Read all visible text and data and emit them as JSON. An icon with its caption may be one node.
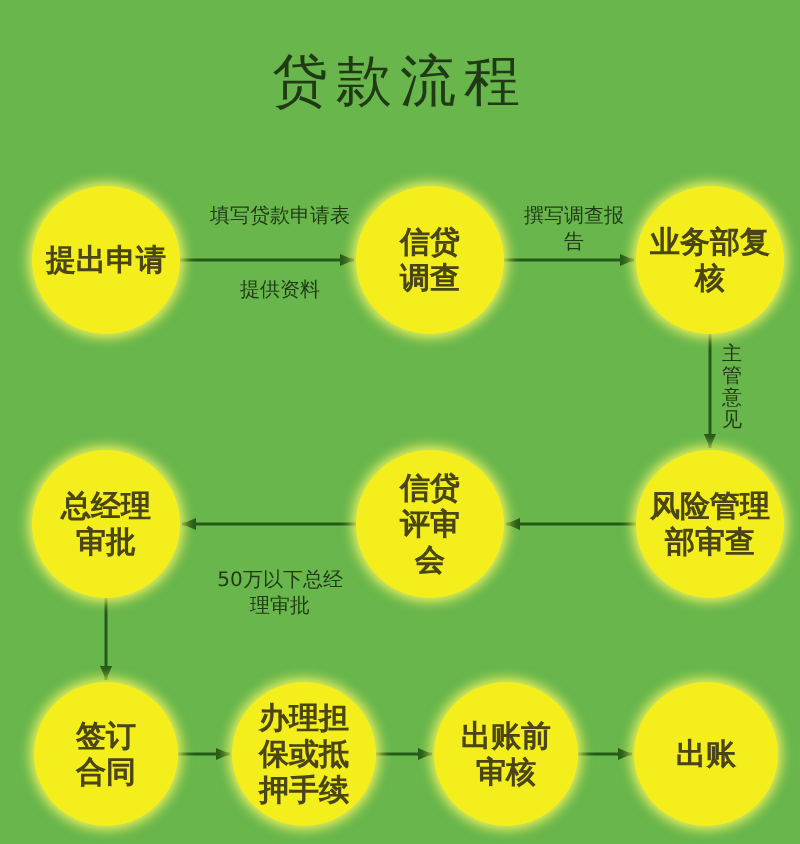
{
  "diagram": {
    "title": "贷款流程",
    "nodes": [
      {
        "text": [
          "提出申请"
        ]
      },
      {
        "text": [
          "信贷调查"
        ]
      },
      {
        "text": [
          "业务部复核"
        ]
      },
      {
        "text": [
          "风险管理部审查"
        ]
      },
      {
        "text": [
          "信贷评审会"
        ]
      },
      {
        "text": [
          "总经理审批"
        ]
      },
      {
        "text": [
          "签订合同"
        ]
      },
      {
        "text": [
          "办理担保或抵押手续"
        ]
      },
      {
        "text": [
          "出账前审核"
        ]
      },
      {
        "text": [
          "出账"
        ]
      }
    ],
    "edges": [
      {
        "from": 0,
        "to": 1,
        "arrow": "to",
        "label": "填写贷款申请表"
      },
      {
        "from": 1,
        "to": 2,
        "arrow": "to",
        "label": "撰写调查报告"
      },
      {
        "from": 2,
        "to": 3,
        "arrow": "to",
        "label": "主管意见"
      },
      {
        "from": 3,
        "to": 4,
        "arrow": "to"
      },
      {
        "from": 4,
        "to": 5,
        "arrow": "to",
        "label": "50万以下总经理审批"
      },
      {
        "from": 5,
        "to": 6,
        "arrow": "to"
      },
      {
        "from": 6,
        "to": 7,
        "arrow": "to"
      },
      {
        "from": 7,
        "to": 8,
        "arrow": "to"
      },
      {
        "from": 8,
        "to": 9,
        "arrow": "to"
      }
    ],
    "labels": [
      "提供资料"
    ]
  }
}
